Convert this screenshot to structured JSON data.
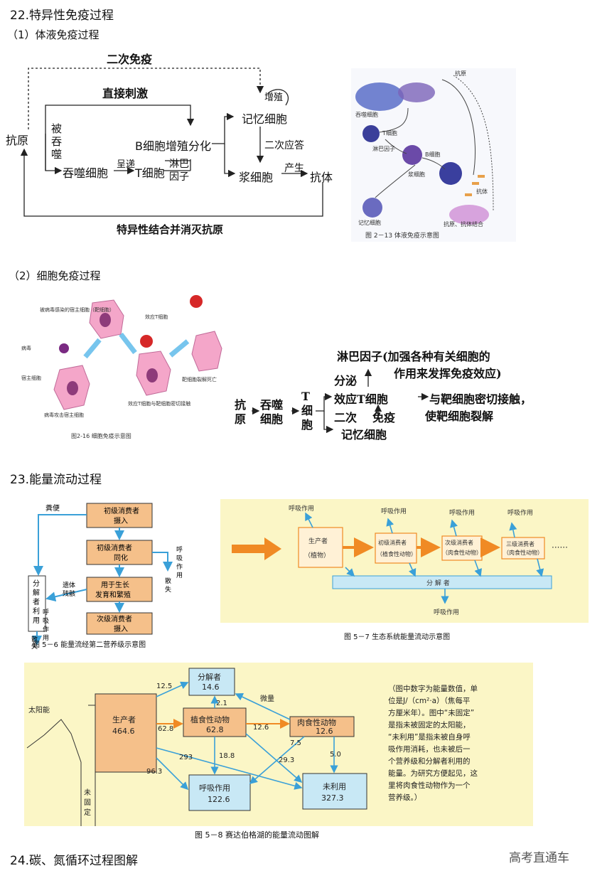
{
  "s22": {
    "title": "22.特异性免疫过程",
    "sub1": "（1）体液免疫过程",
    "humoral": {
      "secondary": "二次免疫",
      "direct": "直接刺激",
      "antigen": "抗原",
      "engulf": [
        "被",
        "吞",
        "噬"
      ],
      "phagocyte": "吞噬细胞",
      "present": "呈递",
      "tcell": "T细胞",
      "bcell": "B细胞增殖分化",
      "lymph1": "淋巴",
      "lymph2": "因子",
      "proliferate": "增殖",
      "memory": "记忆细胞",
      "second_response": "二次应答",
      "plasma": "浆细胞",
      "produce": "产生",
      "antibody": "抗体",
      "bottom": "特异性结合并消灭抗原"
    },
    "fig213": {
      "caption": "图 2－13   体液免疫示意图",
      "labels": [
        "抗原",
        "吞噬细胞",
        "T细胞",
        "淋巴因子",
        "B细胞",
        "浆细胞",
        "抗体",
        "记忆细胞",
        "抗原、抗体结合"
      ]
    },
    "sub2": "（2）细胞免疫过程",
    "fig216": {
      "caption": "图2-16  细胞免疫示意图",
      "labels": [
        "被病毒感染的宿主细胞（靶细胞）",
        "病毒",
        "宿主细胞",
        "病毒攻击宿主细胞",
        "效应T细胞",
        "效应T细胞与靶细胞密切接触",
        "靶细胞裂解死亡"
      ]
    },
    "cellular": {
      "lymphokine": "淋巴因子(加强各种有关细胞的",
      "lymphokine2": "作用来发挥免疫效应)",
      "secrete": "分泌",
      "antigen": [
        "抗",
        "原"
      ],
      "phago": [
        "吞噬",
        "细胞"
      ],
      "tcell": [
        "T",
        "细",
        "胞"
      ],
      "effector": "效应T细胞",
      "contact": "与靶细胞密切接触，",
      "contact2": "使靶细胞裂解",
      "second": "二次",
      "immune": "免疫",
      "memory": "记忆细胞"
    }
  },
  "s23": {
    "title": "23.能量流动过程",
    "fig56": {
      "caption": "图 5－6    能量流经第二营养级示意图",
      "intake": [
        "初级消费者",
        "摄入"
      ],
      "assim": [
        "初级消费者",
        "同化"
      ],
      "growth": [
        "用于生长",
        "发育和繁殖"
      ],
      "next": [
        "次级消费者",
        "摄入"
      ],
      "feces": "粪便",
      "remains": [
        "遗体",
        "残骸"
      ],
      "decomp": [
        "分",
        "解",
        "者",
        "利",
        "用"
      ],
      "resp_right": [
        "呼",
        "吸",
        "作",
        "用"
      ],
      "loss": [
        "散",
        "失"
      ],
      "resp_left": [
        "呼",
        "吸",
        "作",
        "用"
      ],
      "loss2": [
        "散",
        "失"
      ]
    },
    "fig57": {
      "caption": "图 5－7    生态系统能量流动示意图",
      "resp": "呼吸作用",
      "producer": "生产者",
      "producer_sub": "（植物）",
      "primary": "初级消费者",
      "primary_sub": "（植食性动物）",
      "secondary": "次级消费者",
      "secondary_sub": "（肉食性动物）",
      "tertiary": "三级消费者",
      "tertiary_sub": "（肉食性动物）",
      "decomposer": "分 解 者",
      "dots": "······"
    },
    "fig58": {
      "caption": "图 5－8    赛达伯格湖的能量流动图解",
      "sun": "太阳能",
      "unfixed": [
        "未",
        "固",
        "定"
      ],
      "producer": "生产者",
      "producer_val": "464.6",
      "decomposer": "分解者",
      "decomposer_val": "14.6",
      "herbivore": "植食性动物",
      "herbivore_val": "62.8",
      "carnivore": "肉食性动物",
      "carnivore_val": "12.6",
      "respiration": "呼吸作用",
      "respiration_val": "122.6",
      "unused": "未利用",
      "unused_val": "327.3",
      "trace": "微量",
      "n125": "12.5",
      "n21": "2.1",
      "n628": "62.8",
      "n126": "12.6",
      "n75": "7.5",
      "n293": "293",
      "n188": "18.8",
      "n293b": "29.3",
      "n50": "5.0",
      "n963": "96.3",
      "note": [
        "（图中数字为能量数值，单",
        "位是J/（cm²·a）（焦每平",
        "方厘米年）。图中“未固定”",
        "是指未被固定的太阳能，",
        "“未利用”是指未被自身呼",
        "吸作用消耗，也未被后一",
        "个营养级和分解者利用的",
        "能量。为研究方便起见，这",
        "里将肉食性动物作为一个",
        "营养级。）"
      ]
    }
  },
  "s24": {
    "title": "24.碳、氮循环过程图解"
  },
  "watermark": "高考直通车",
  "colors": {
    "orange": "#f5c08a",
    "blue": "#3aa0d8",
    "cream": "#fbf6c6",
    "pink": "#f4a6c9"
  }
}
